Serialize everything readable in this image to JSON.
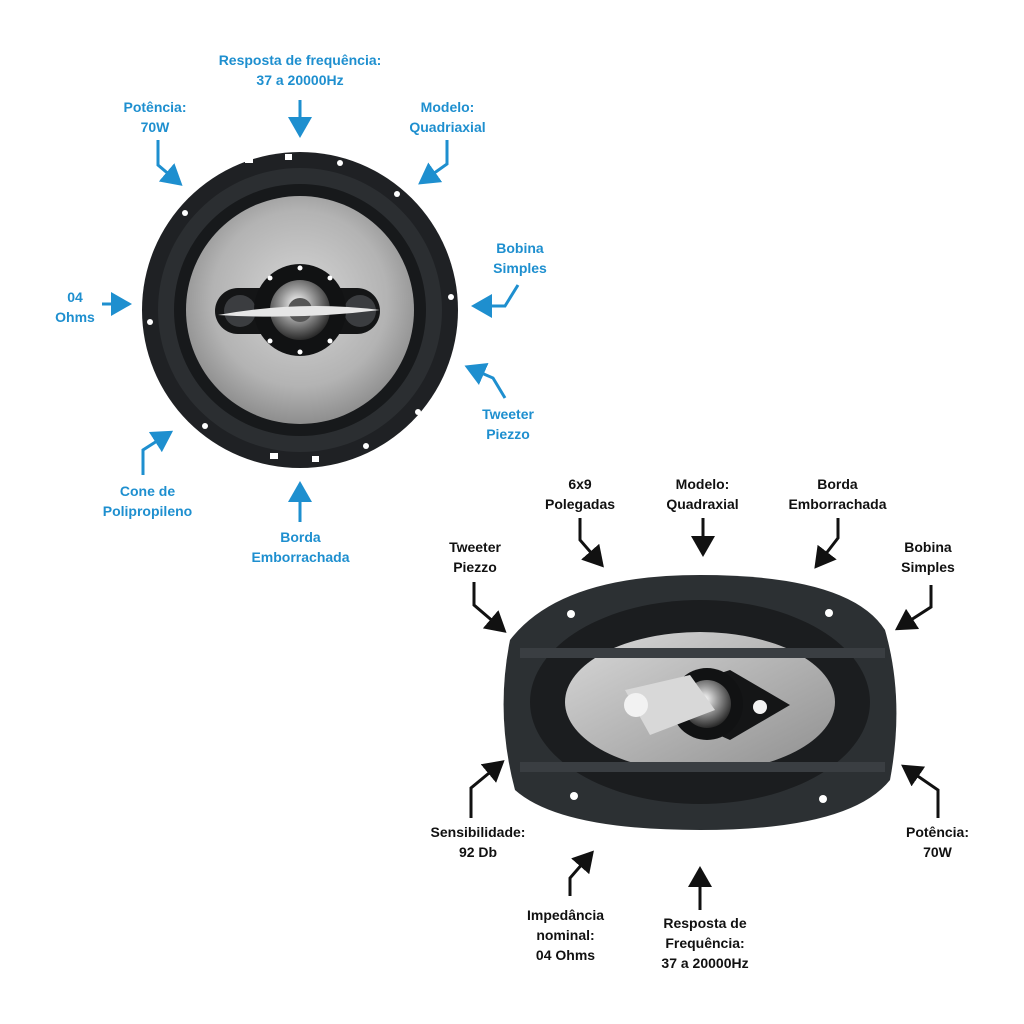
{
  "colors": {
    "accent_blue": "#1e8fcf",
    "text_black": "#111111"
  },
  "round_speaker": {
    "callouts": [
      {
        "id": "frequency",
        "lines": [
          "Resposta de frequência:",
          "37 a 20000Hz"
        ]
      },
      {
        "id": "power",
        "lines": [
          "Potência:",
          "70W"
        ]
      },
      {
        "id": "model",
        "lines": [
          "Modelo:",
          "Quadriaxial"
        ]
      },
      {
        "id": "impedance",
        "lines": [
          "04",
          "Ohms"
        ]
      },
      {
        "id": "coil",
        "lines": [
          "Bobina",
          "Simples"
        ]
      },
      {
        "id": "tweeter",
        "lines": [
          "Tweeter",
          "Piezzo"
        ]
      },
      {
        "id": "cone",
        "lines": [
          "Cone de",
          "Polipropileno"
        ]
      },
      {
        "id": "edge",
        "lines": [
          "Borda",
          "Emborrachada"
        ]
      }
    ]
  },
  "oval_speaker": {
    "callouts": [
      {
        "id": "size",
        "lines": [
          "6x9",
          "Polegadas"
        ]
      },
      {
        "id": "model",
        "lines": [
          "Modelo:",
          "Quadraxial"
        ]
      },
      {
        "id": "edge",
        "lines": [
          "Borda",
          "Emborrachada"
        ]
      },
      {
        "id": "tweeter",
        "lines": [
          "Tweeter",
          "Piezzo"
        ]
      },
      {
        "id": "coil",
        "lines": [
          "Bobina",
          "Simples"
        ]
      },
      {
        "id": "sensitivity",
        "lines": [
          "Sensibilidade:",
          "92 Db"
        ]
      },
      {
        "id": "power",
        "lines": [
          "Potência:",
          "70W"
        ]
      },
      {
        "id": "impedance",
        "lines": [
          "Impedância",
          "nominal:",
          "04 Ohms"
        ]
      },
      {
        "id": "frequency",
        "lines": [
          "Resposta de",
          "Frequência:",
          "37 a 20000Hz"
        ]
      }
    ]
  }
}
